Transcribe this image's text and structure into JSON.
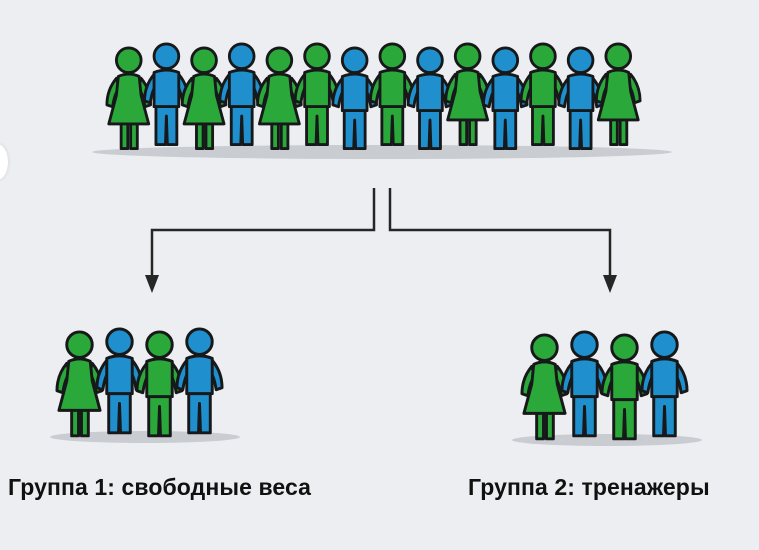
{
  "colors": {
    "background": "#eceef1",
    "green": "#2ba83a",
    "blue": "#1f8fce",
    "outline": "#17181a",
    "shadow": "#c9ccd1",
    "arrow": "#262626"
  },
  "crowd": {
    "people": [
      {
        "color": "green",
        "kind": "dress"
      },
      {
        "color": "blue",
        "kind": "pants"
      },
      {
        "color": "green",
        "kind": "dress"
      },
      {
        "color": "blue",
        "kind": "pants"
      },
      {
        "color": "green",
        "kind": "dress"
      },
      {
        "color": "green",
        "kind": "pants"
      },
      {
        "color": "blue",
        "kind": "pants"
      },
      {
        "color": "green",
        "kind": "pants"
      },
      {
        "color": "blue",
        "kind": "pants"
      },
      {
        "color": "green",
        "kind": "dress"
      },
      {
        "color": "blue",
        "kind": "pants"
      },
      {
        "color": "green",
        "kind": "pants"
      },
      {
        "color": "blue",
        "kind": "pants"
      },
      {
        "color": "green",
        "kind": "dress"
      }
    ]
  },
  "groups": [
    {
      "label": "Группа 1: свободные веса",
      "people": [
        {
          "color": "green",
          "kind": "dress"
        },
        {
          "color": "blue",
          "kind": "pants"
        },
        {
          "color": "green",
          "kind": "pants"
        },
        {
          "color": "blue",
          "kind": "pants"
        }
      ]
    },
    {
      "label": "Группа 2: тренажеры",
      "people": [
        {
          "color": "green",
          "kind": "dress"
        },
        {
          "color": "blue",
          "kind": "pants"
        },
        {
          "color": "green",
          "kind": "pants"
        },
        {
          "color": "blue",
          "kind": "pants"
        }
      ]
    }
  ]
}
